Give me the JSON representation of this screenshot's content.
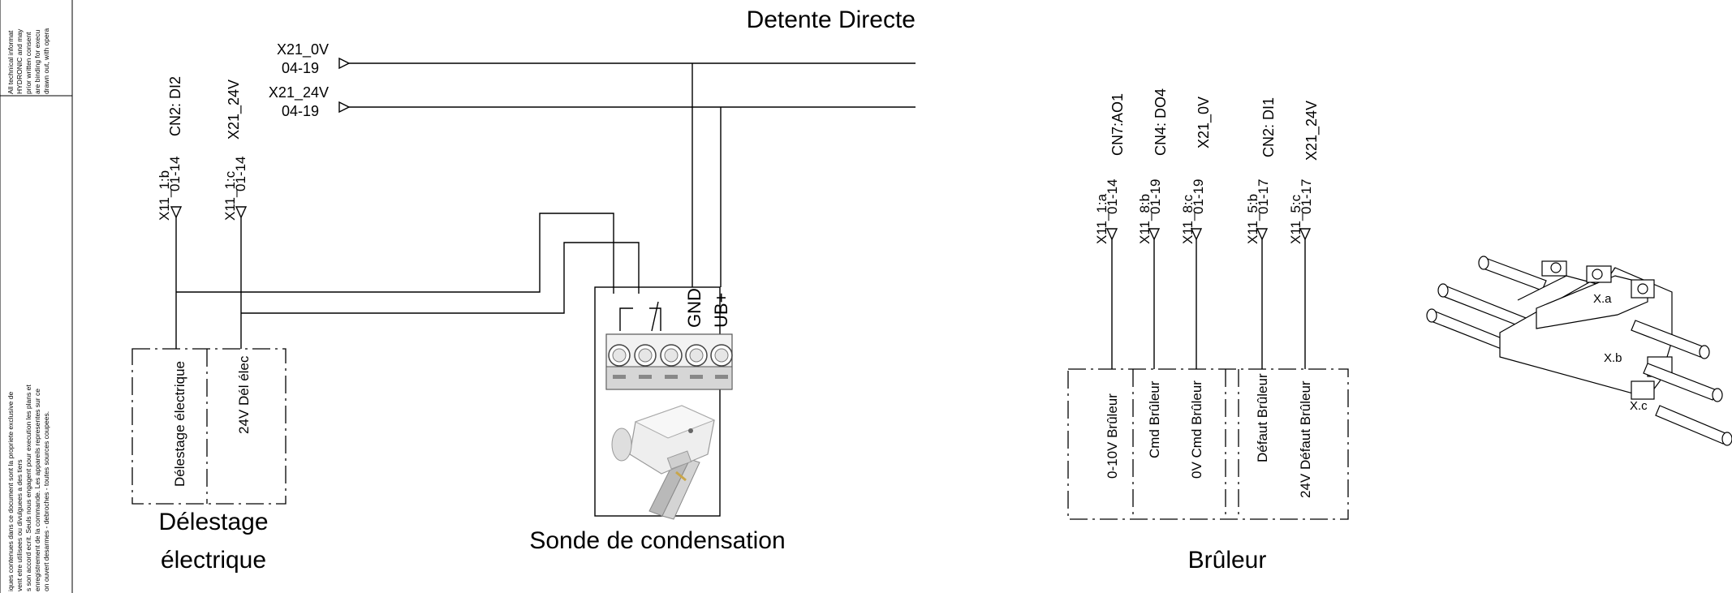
{
  "header": {
    "title": "Detente Directe"
  },
  "side_notes": {
    "top_lines": [
      "All technical informat",
      "HYDRONIC and may",
      "prior written consent",
      "are binding for execu",
      "drawn out, with opera"
    ],
    "bottom_lines": [
      "iques contenues dans  ce document sont la  propriete exclusive de",
      "vent etre utilisees ou divulguees a des tiers",
      "s son accord ecrit. Seuls nous engagent pour execution les plans et",
      "enregistrement de la commande. Les appareils representes sur ce",
      "on ouvert desarmes - debroches - toutes sources coupees."
    ]
  },
  "supply": {
    "x21_0v": {
      "label": "X21_0V",
      "ref": "04-19"
    },
    "x21_24v": {
      "label": "X21_24V",
      "ref": "04-19"
    }
  },
  "delestage": {
    "signal_1": "CN2: DI2",
    "signal_2": "X21_24V",
    "pin_1": {
      "label": "X11_1:b",
      "ref": "01-14"
    },
    "pin_2": {
      "label": "X11_1:c",
      "ref": "01-14"
    },
    "box_1": "Délestage électrique",
    "box_2": "24V Dél élec",
    "caption_line1": "Délestage",
    "caption_line2": "électrique"
  },
  "sonde": {
    "terminal_gnd": "GND",
    "terminal_ub": "UB+",
    "caption": "Sonde de condensation"
  },
  "bruleur": {
    "signals": [
      "CN7:AO1",
      "CN4: DO4",
      "X21_0V",
      "CN2: DI1",
      "X21_24V"
    ],
    "pins": [
      {
        "label": "X11_1:a",
        "ref": "01-14"
      },
      {
        "label": "X11_8:b",
        "ref": "01-19"
      },
      {
        "label": "X11_8:c",
        "ref": "01-19"
      },
      {
        "label": "X11_5:b",
        "ref": "01-17"
      },
      {
        "label": "X11_5:c",
        "ref": "01-17"
      }
    ],
    "boxes": [
      "0-10V Brûleur",
      "Cmd Brûleur",
      "0V Cmd Brûleur",
      "Défaut Brûleur",
      "24V Défaut Brûleur"
    ],
    "caption": "Brûleur"
  },
  "connector": {
    "labels": [
      "X.a",
      "X.b",
      "X.c"
    ]
  }
}
